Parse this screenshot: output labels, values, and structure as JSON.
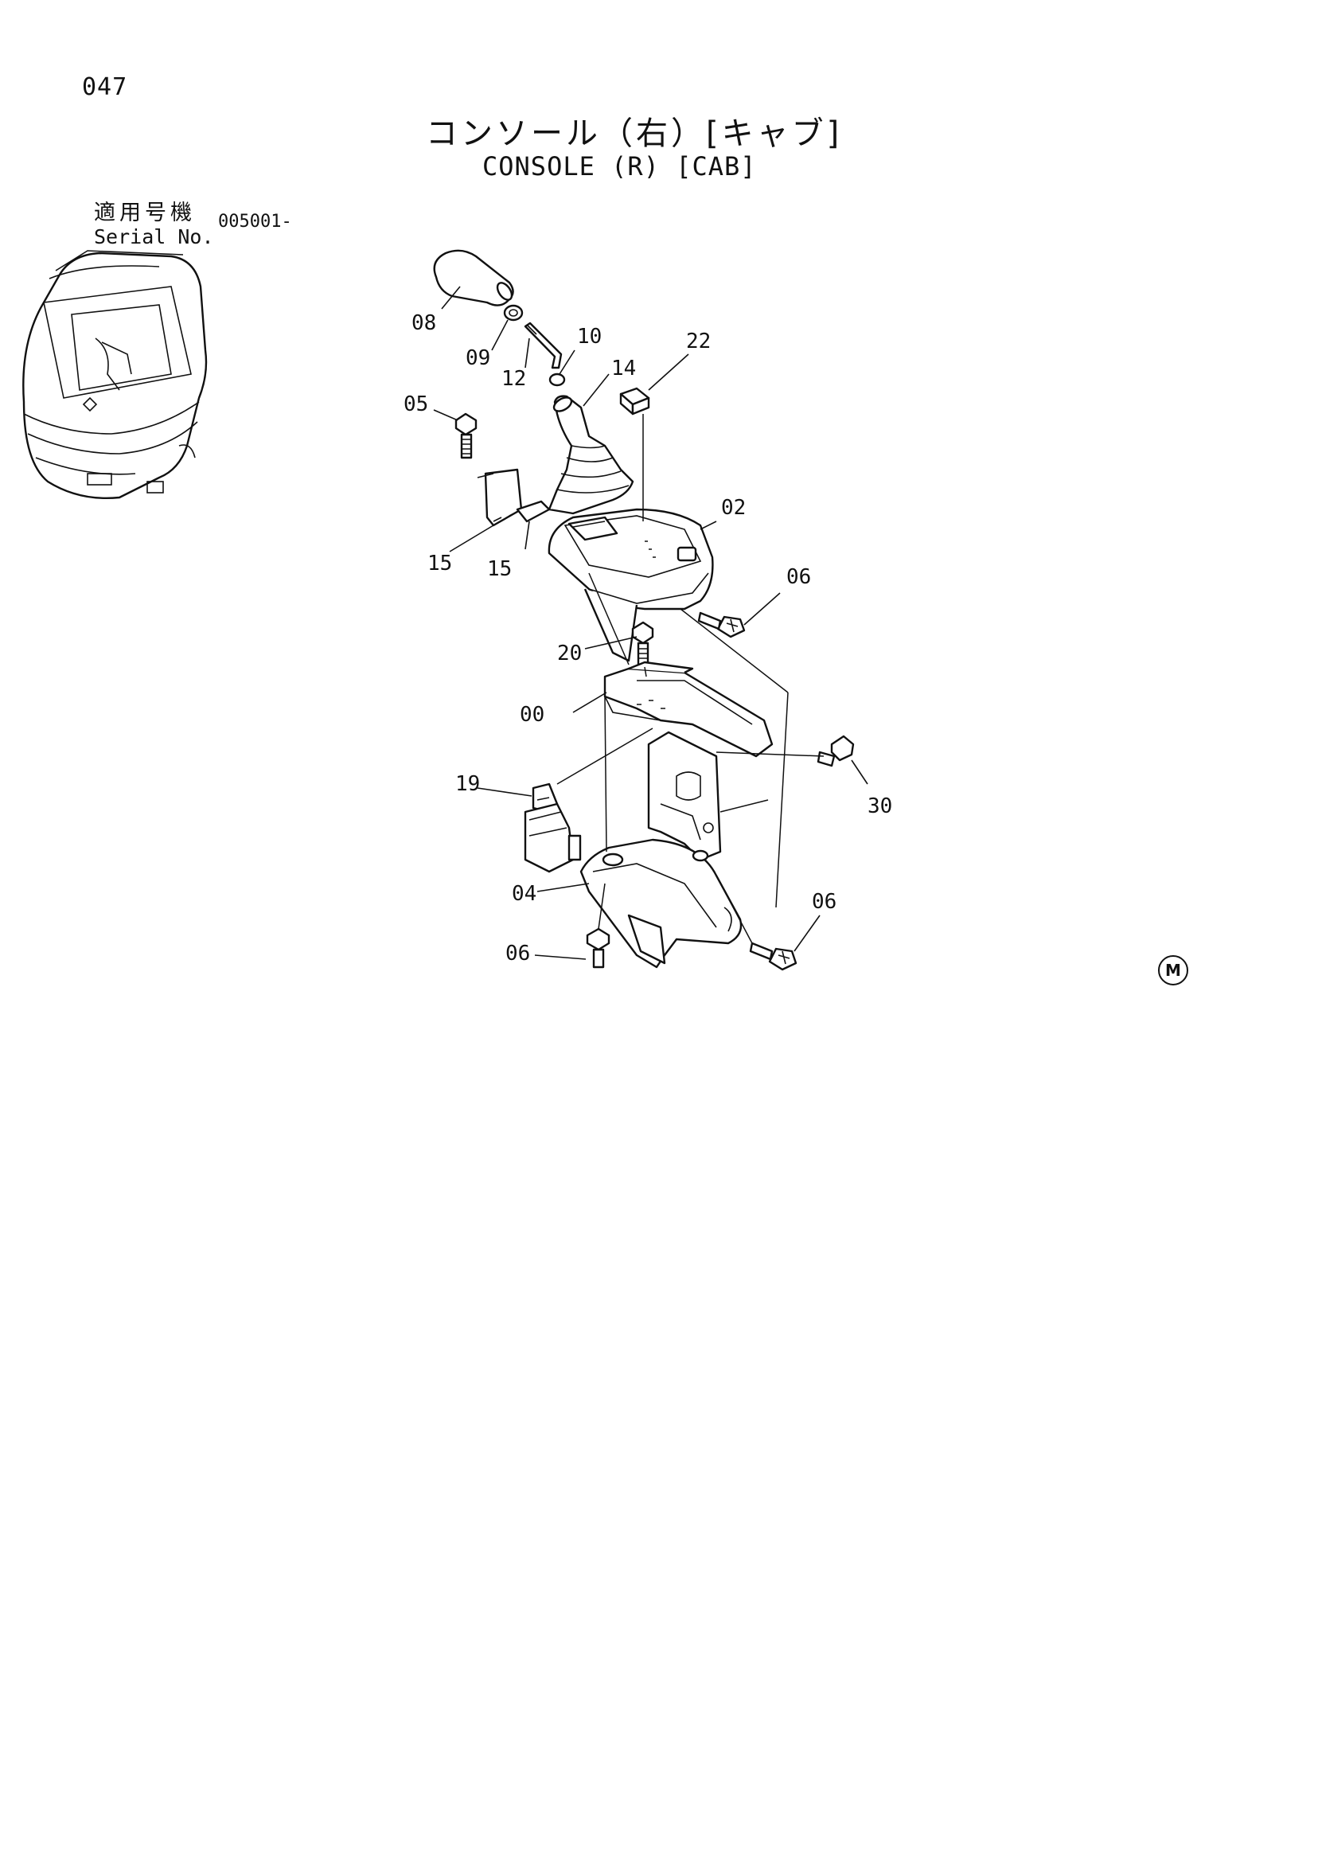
{
  "header": {
    "page_number": "047",
    "title_japanese": "コンソール（右）[キャブ]",
    "title_english": "CONSOLE (R) [CAB]"
  },
  "serial": {
    "label_japanese": "適用号機",
    "label_english": "Serial No.",
    "value": "005001-"
  },
  "callouts": [
    {
      "id": "08",
      "text": "08"
    },
    {
      "id": "09",
      "text": "09"
    },
    {
      "id": "12",
      "text": "12"
    },
    {
      "id": "10",
      "text": "10"
    },
    {
      "id": "14",
      "text": "14"
    },
    {
      "id": "22",
      "text": "22"
    },
    {
      "id": "05",
      "text": "05"
    },
    {
      "id": "02",
      "text": "02"
    },
    {
      "id": "15a",
      "text": "15"
    },
    {
      "id": "15b",
      "text": "15"
    },
    {
      "id": "06a",
      "text": "06"
    },
    {
      "id": "20",
      "text": "20"
    },
    {
      "id": "00",
      "text": "00"
    },
    {
      "id": "30",
      "text": "30"
    },
    {
      "id": "19",
      "text": "19"
    },
    {
      "id": "04",
      "text": "04"
    },
    {
      "id": "06b",
      "text": "06"
    },
    {
      "id": "06c",
      "text": "06"
    }
  ],
  "footer_mark": "M"
}
